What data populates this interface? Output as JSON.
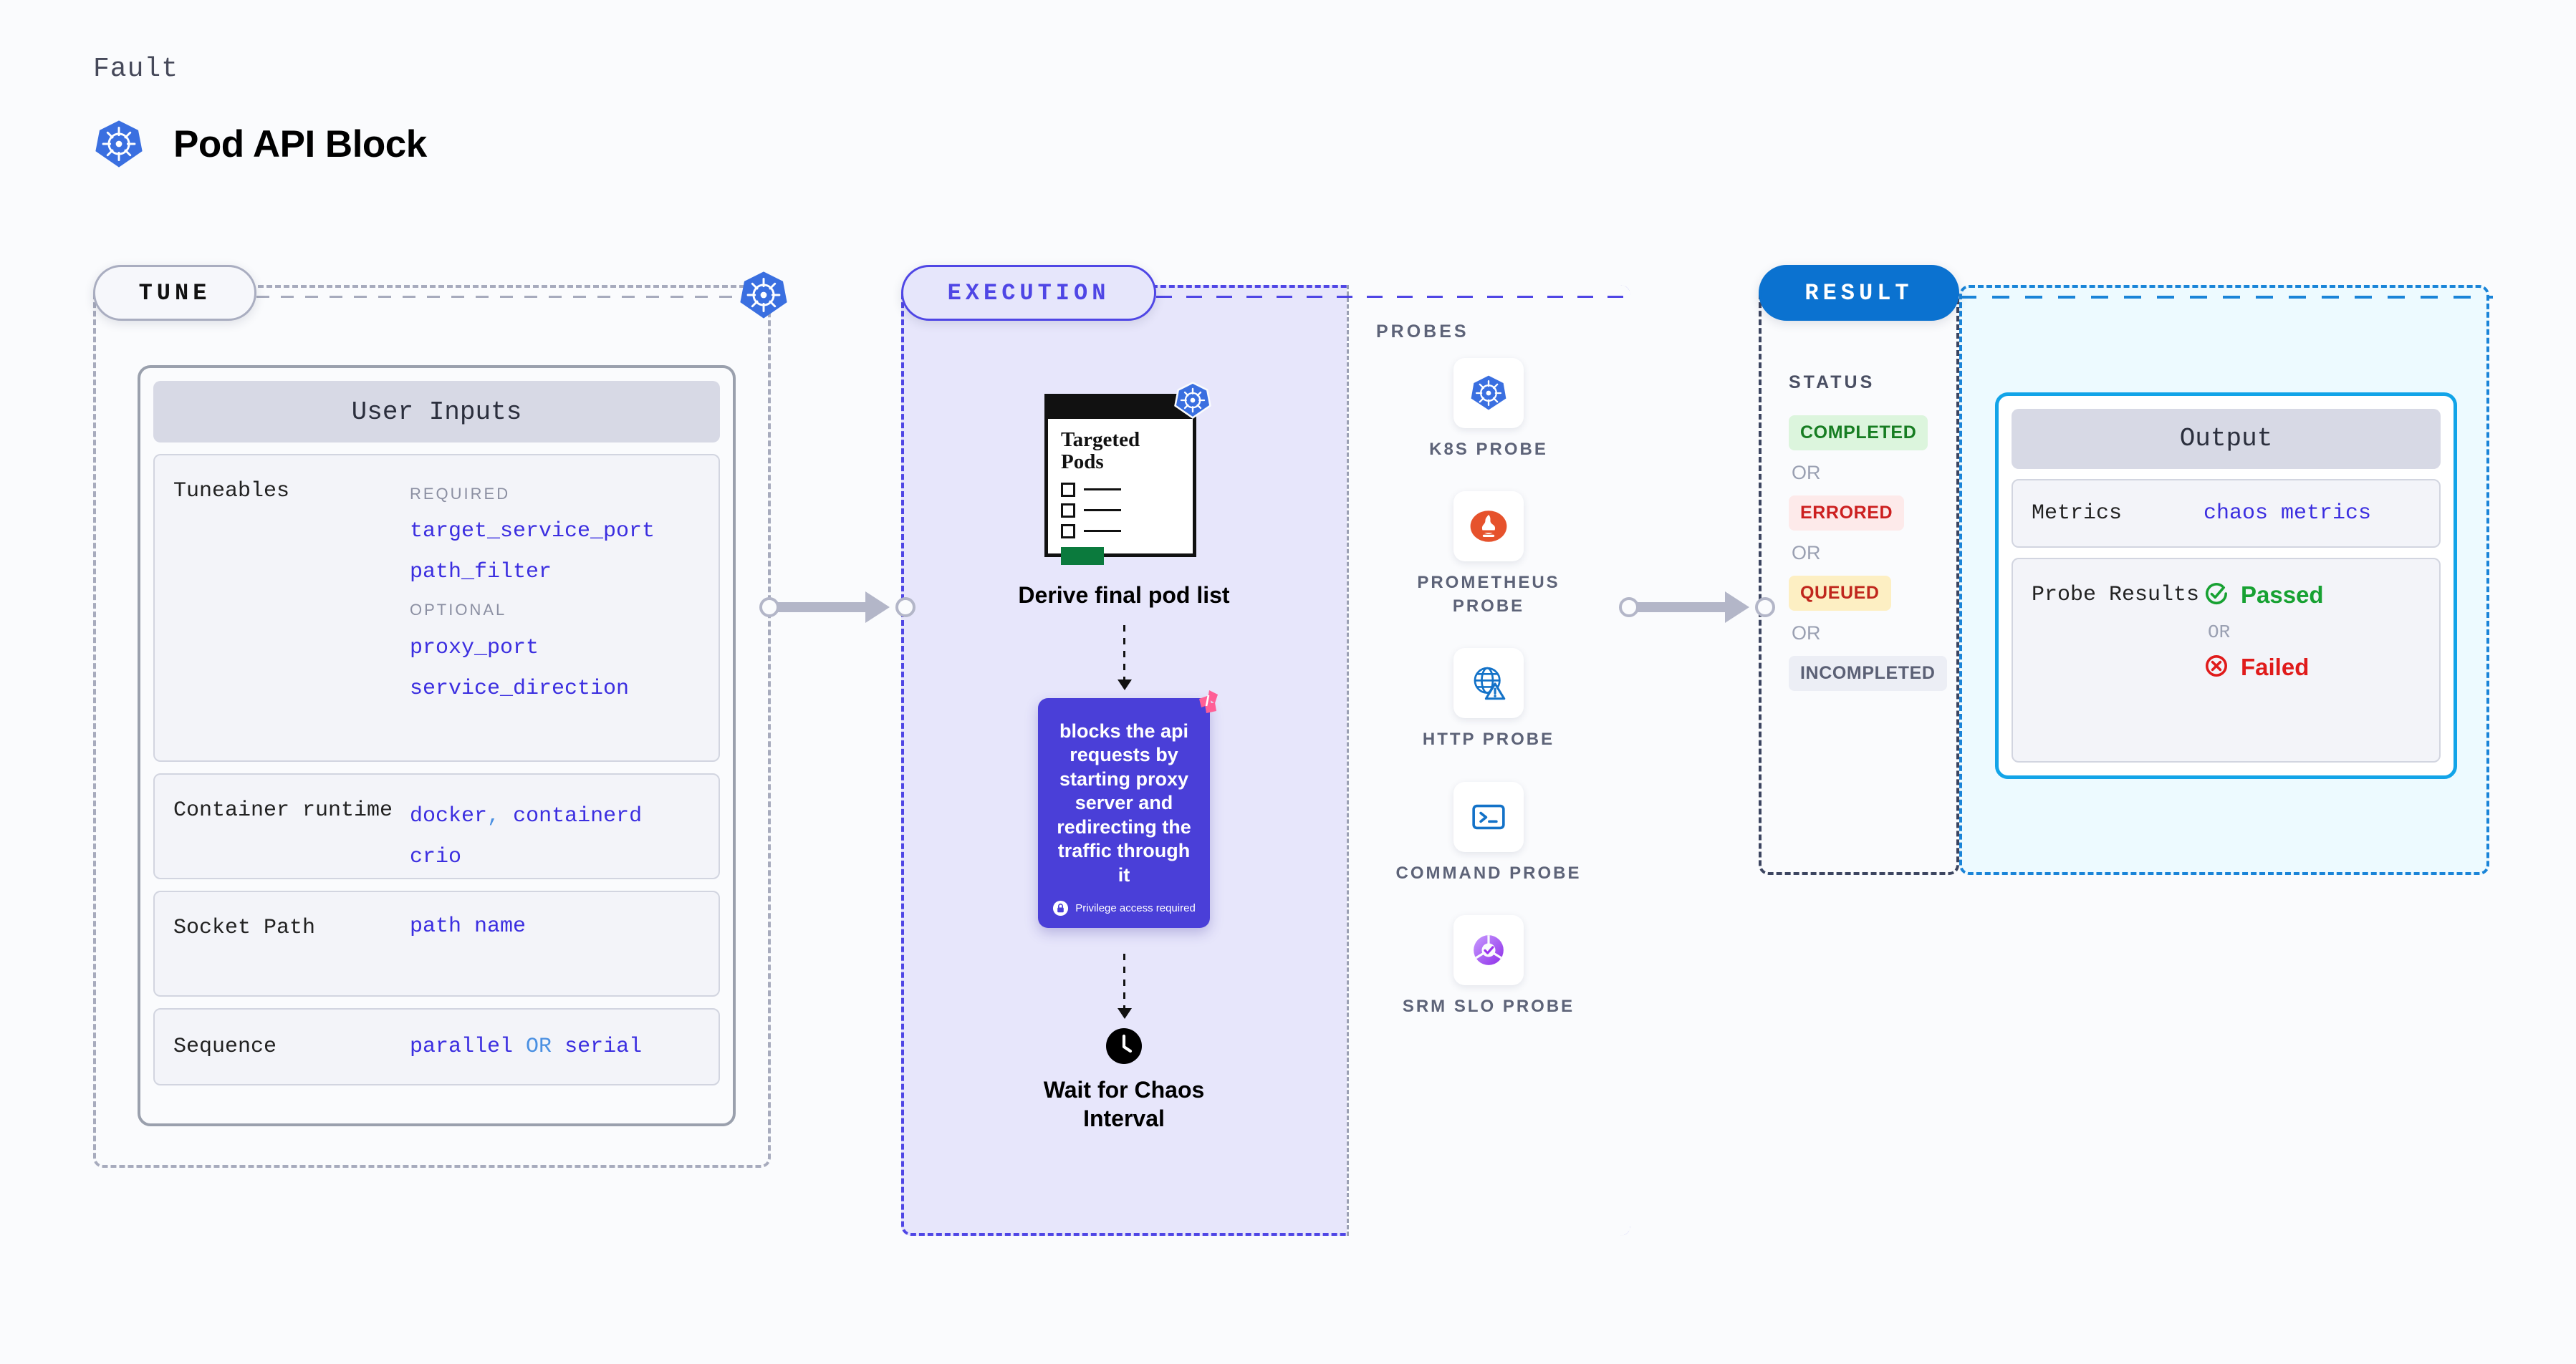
{
  "header": {
    "eyebrow": "Fault",
    "title": "Pod API Block",
    "icon": "kubernetes-icon"
  },
  "tune": {
    "pill_label": "TUNE",
    "edge_icon": "kubernetes-icon",
    "card_title": "User Inputs",
    "tuneables": {
      "key": "Tuneables",
      "required_label": "REQUIRED",
      "required": [
        "target_service_port",
        "path_filter"
      ],
      "optional_label": "OPTIONAL",
      "optional": [
        "proxy_port",
        "service_direction"
      ]
    },
    "runtime": {
      "key": "Container runtime",
      "values": [
        "docker",
        "containerd",
        "crio"
      ],
      "separator": ","
    },
    "socket": {
      "key": "Socket Path",
      "value": "path name"
    },
    "sequence": {
      "key": "Sequence",
      "value_a": "parallel",
      "or": "OR",
      "value_b": "serial"
    }
  },
  "execution": {
    "pill_label": "EXECUTION",
    "pod_doc": {
      "title_line1": "Targeted",
      "title_line2": "Pods",
      "badge_icon": "kubernetes-icon"
    },
    "step1_caption": "Derive final pod list",
    "action": {
      "text": "blocks the api requests by starting proxy server and redirecting the traffic through it",
      "privilege_note": "Privilege access required",
      "privilege_icon": "lock-icon",
      "brand_icon": "harness-icon",
      "color": "#4a3fd8"
    },
    "wait": {
      "icon": "clock-icon",
      "caption_line1": "Wait for Chaos",
      "caption_line2": "Interval"
    }
  },
  "probes": {
    "title": "PROBES",
    "items": [
      {
        "name": "K8S PROBE",
        "icon": "kubernetes-icon"
      },
      {
        "name": "PROMETHEUS PROBE",
        "icon": "prometheus-icon"
      },
      {
        "name": "HTTP PROBE",
        "icon": "http-globe-warning-icon"
      },
      {
        "name": "COMMAND PROBE",
        "icon": "terminal-icon"
      },
      {
        "name": "SRM SLO PROBE",
        "icon": "srm-slo-donut-icon"
      }
    ]
  },
  "result": {
    "pill_label": "RESULT",
    "status_title": "STATUS",
    "or_label": "OR",
    "statuses": [
      {
        "label": "COMPLETED",
        "color": "#177d22",
        "bg": "#dcf5dd"
      },
      {
        "label": "ERRORED",
        "color": "#cc2020",
        "bg": "#fdeaea"
      },
      {
        "label": "QUEUED",
        "color": "#c0271d",
        "bg": "#fdefc3"
      },
      {
        "label": "INCOMPLETED",
        "color": "#5b6075",
        "bg": "#eceef5"
      }
    ]
  },
  "output": {
    "card_title": "Output",
    "metrics": {
      "key": "Metrics",
      "value": "chaos metrics"
    },
    "probe_results": {
      "key": "Probe Results",
      "passed_label": "Passed",
      "passed_icon": "check-circle-icon",
      "or": "OR",
      "failed_label": "Failed",
      "failed_icon": "x-circle-icon"
    }
  }
}
